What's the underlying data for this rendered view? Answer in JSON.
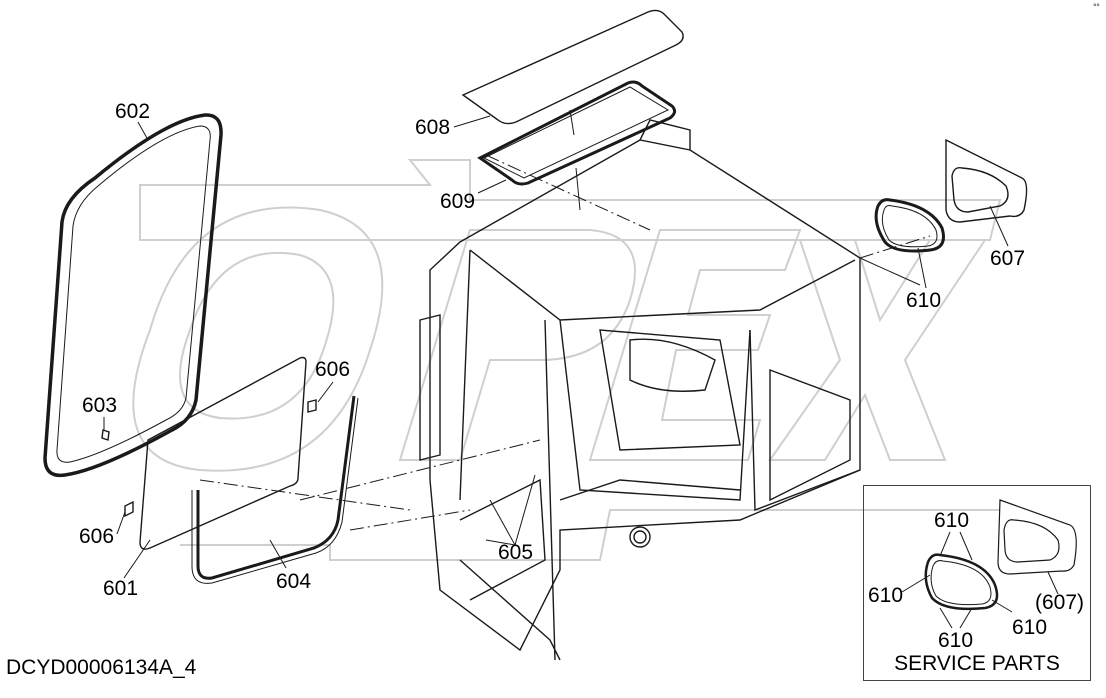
{
  "document_id": "DCYD00006134A_4",
  "watermark_text": "OPEX",
  "callouts": {
    "c602": "602",
    "c608": "608",
    "c609": "609",
    "c607": "607",
    "c610": "610",
    "c606_top": "606",
    "c603": "603",
    "c606_bottom": "606",
    "c601": "601",
    "c604": "604",
    "c605": "605"
  },
  "service_parts": {
    "title": "SERVICE PARTS",
    "labels": {
      "top": "610",
      "left": "610",
      "bottom": "610",
      "right": "610",
      "frame": "(607)"
    }
  },
  "colors": {
    "line": "#1a1a1a",
    "watermark_stroke": "#cfcfcf",
    "background": "#ffffff"
  }
}
